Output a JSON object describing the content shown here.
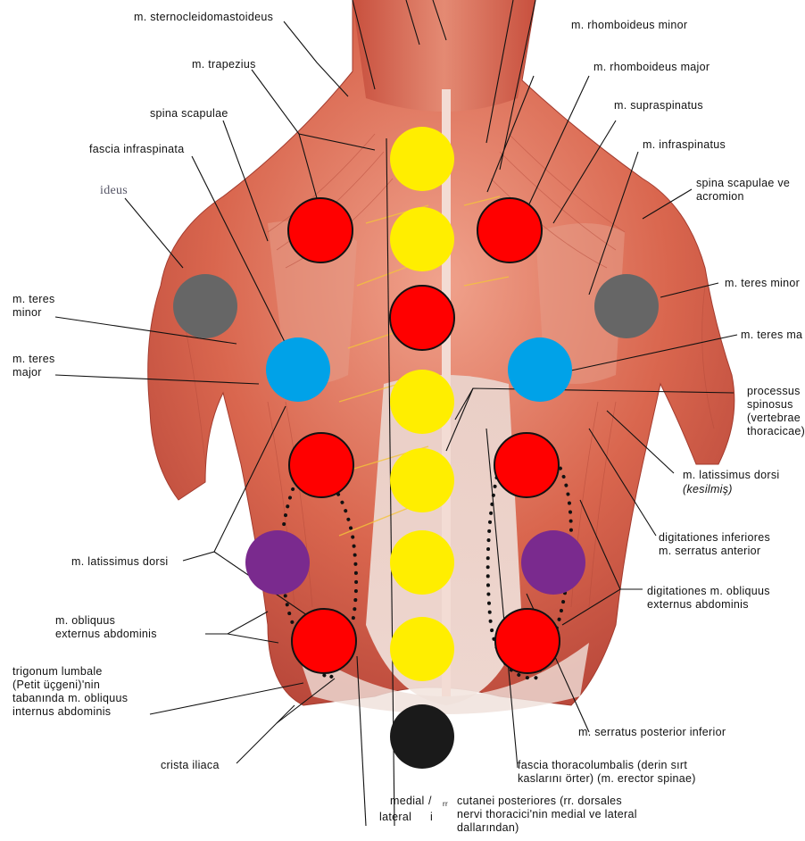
{
  "labels": {
    "sternocleidomastoideus": "m. sternocleidomastoideus",
    "trapezius": "m. trapezius",
    "spina_scapulae": "spina scapulae",
    "fascia_infraspinata": "fascia infraspinata",
    "ideus": "ideus",
    "teres_minor_left": "m. teres\nminor",
    "teres_major_left": "m. teres\nmajor",
    "latissimus_left": "m. latissimus dorsi",
    "obliquus_ext_left": "m. obliquus\nexternus abdominis",
    "trigonum": "trigonum lumbale\n(Petit üçgeni)'nin\ntabanında m. obliquus\ninternus abdominis",
    "crista": "crista iliaca",
    "medial": "medial",
    "lateral": "lateral",
    "slash": "/",
    "i": "i",
    "rr_small": "rr",
    "cutanei": "cutanei posteriores (rr. dorsales\nnervi thoracici'nin medial ve lateral\ndallarından)",
    "fascia_thoraco": "fascia thoracolumbalis (derin sırt\nkaslarını örter) (m. erector spinae)",
    "serratus_post": "m. serratus posterior inferior",
    "digitationes_obliquus": "digitationes m. obliquus\nexternus abdominis",
    "digitationes_serratus": "digitationes inferiores\nm. serratus anterior",
    "latissimus_right": "m. latissimus dorsi",
    "kesilmis": "(kesilmiş)",
    "processus": "processus\nspinosus\n(vertebrae\nthoracicae)",
    "teres_major_right": "m. teres ma",
    "teres_minor_right": "m. teres minor",
    "spina_acromion": "spina scapulae ve\nacromion",
    "infraspinatus": "m. infraspinatus",
    "supraspinatus": "m. supraspinatus",
    "rhomboideus_major": "m. rhomboideus major",
    "rhomboideus_minor": "m. rhomboideus minor"
  },
  "colors": {
    "yellow": "#ffee00",
    "red": "#ff0000",
    "grey": "#666666",
    "blue": "#00a2e8",
    "purple": "#7a2a8e",
    "black": "#1a1a1a",
    "muscle": "#d9664e"
  },
  "markers": [
    {
      "color": "yellow"
    },
    {
      "color": "yellow"
    },
    {
      "color": "red"
    },
    {
      "color": "yellow"
    },
    {
      "color": "yellow"
    },
    {
      "color": "yellow"
    },
    {
      "color": "yellow"
    },
    {
      "color": "black"
    },
    {
      "color": "red"
    },
    {
      "color": "red"
    },
    {
      "color": "grey"
    },
    {
      "color": "grey"
    },
    {
      "color": "blue"
    },
    {
      "color": "blue"
    },
    {
      "color": "red"
    },
    {
      "color": "red"
    },
    {
      "color": "purple"
    },
    {
      "color": "purple"
    },
    {
      "color": "red"
    },
    {
      "color": "red"
    }
  ]
}
